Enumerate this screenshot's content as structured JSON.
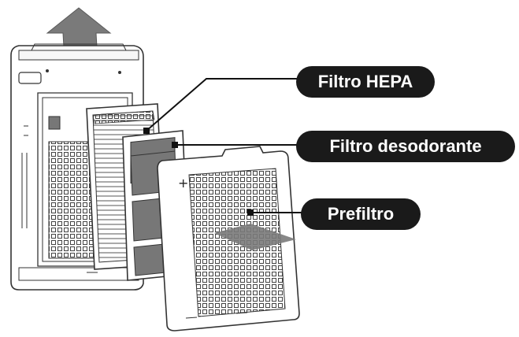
{
  "labels": {
    "hepa": "Filtro HEPA",
    "deodorizing": "Filtro desodorante",
    "prefilter": "Prefiltro"
  },
  "colors": {
    "label_bg": "#1a1a1a",
    "label_text": "#ffffff",
    "arrow_gray": "#7a7a7a",
    "outline": "#333333",
    "carbon_gray": "#777777"
  }
}
